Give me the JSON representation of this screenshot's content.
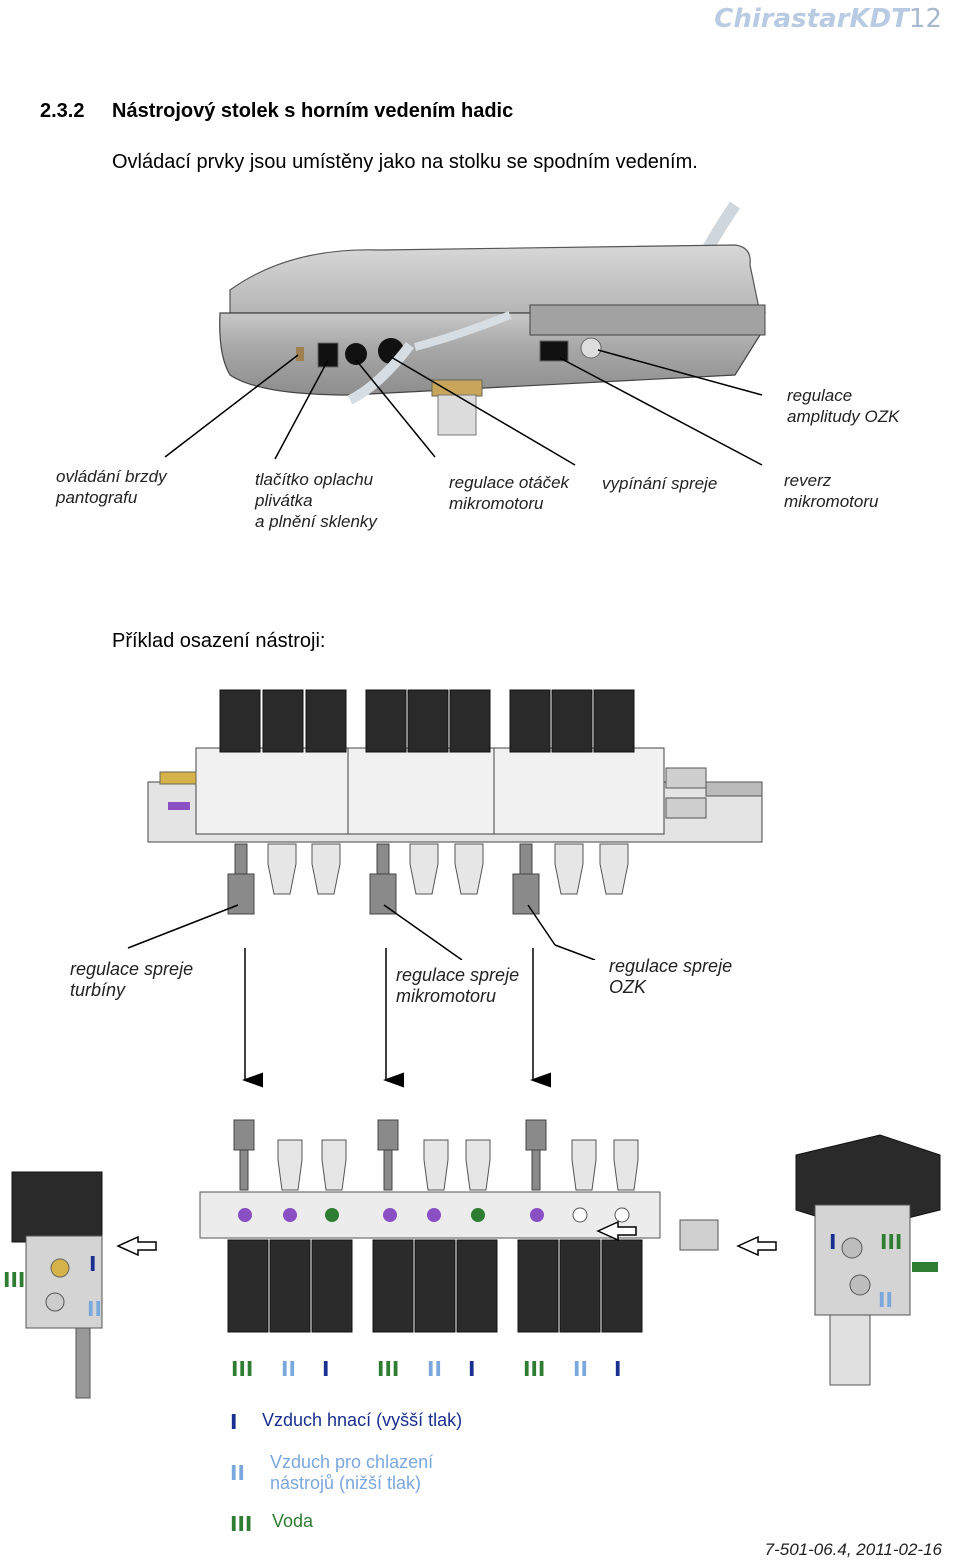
{
  "header": {
    "logo_text": "ChirastarKDT",
    "logo_number": "12"
  },
  "section": {
    "number": "2.3.2",
    "title": "Nástrojový stolek s horním vedením hadic",
    "intro": "Ovládací prvky jsou umístěny jako na stolku se spodním vedením."
  },
  "figure1": {
    "labels": {
      "amplitude": "regulace\namplitudy OZK",
      "brake": "ovládání brzdy\npantografu",
      "rinse": "tlačítko oplachu\nplivátka\na plnění sklenky",
      "speed": "regulace otáček\nmikromotoru",
      "spray_off": "vypínání spreje",
      "reverse": "reverz\nmikromotoru"
    }
  },
  "figure2": {
    "title": "Příklad osazení nástroji:",
    "labels": {
      "turbine": "regulace spreje\nturbíny",
      "micromotor": "regulace spreje\nmikromotoru",
      "ozk": "regulace spreje\nOZK"
    },
    "port_marks": [
      "III",
      "II",
      "I",
      "III",
      "II",
      "I",
      "III",
      "II",
      "I"
    ],
    "side_marks_left": [
      "III",
      "I",
      "II"
    ],
    "side_marks_right": [
      "I",
      "III",
      "II"
    ]
  },
  "legend": [
    {
      "mark": "I",
      "text": "Vzduch hnací (vyšší tlak)",
      "color": "#1a2f8f"
    },
    {
      "mark": "II",
      "text": "Vzduch pro chlazení\nnástrojů (nižší tlak)",
      "color": "#7aa7dc"
    },
    {
      "mark": "III",
      "text": "Voda",
      "color": "#2e7d32"
    }
  ],
  "colors": {
    "air_drive": "#1a2f8f",
    "air_cooling": "#7aa7dc",
    "water": "#2e7d32"
  },
  "footer": {
    "doc_id": "7-501-06.4, 2011-02-16"
  }
}
